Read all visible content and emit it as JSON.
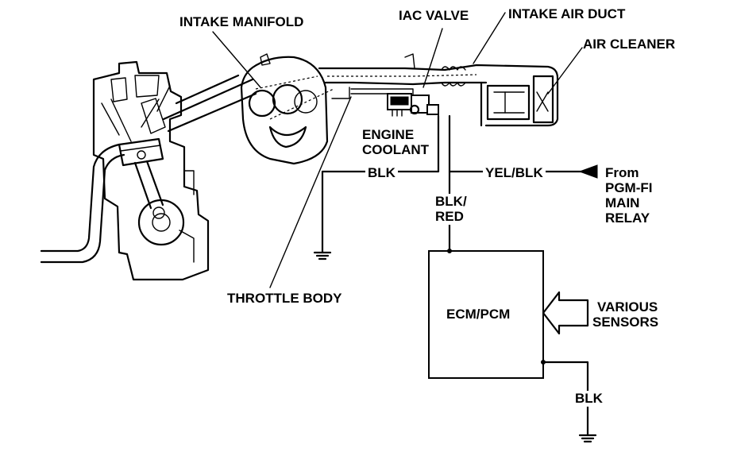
{
  "labels": {
    "intake_manifold": "INTAKE MANIFOLD",
    "iac_valve": "IAC VALVE",
    "intake_air_duct": "INTAKE AIR DUCT",
    "air_cleaner": "AIR CLEANER",
    "engine_coolant_1": "ENGINE",
    "engine_coolant_2": "COOLANT",
    "wire_blk_top": "BLK",
    "wire_yel_blk": "YEL/BLK",
    "from_1": "From",
    "from_2": "PGM-FI",
    "from_3": "MAIN",
    "from_4": "RELAY",
    "wire_blk_red_1": "BLK/",
    "wire_blk_red_2": "RED",
    "throttle_body": "THROTTLE BODY",
    "ecm_pcm": "ECM/PCM",
    "various_1": "VARIOUS",
    "various_2": "SENSORS",
    "wire_blk_bottom": "BLK"
  }
}
